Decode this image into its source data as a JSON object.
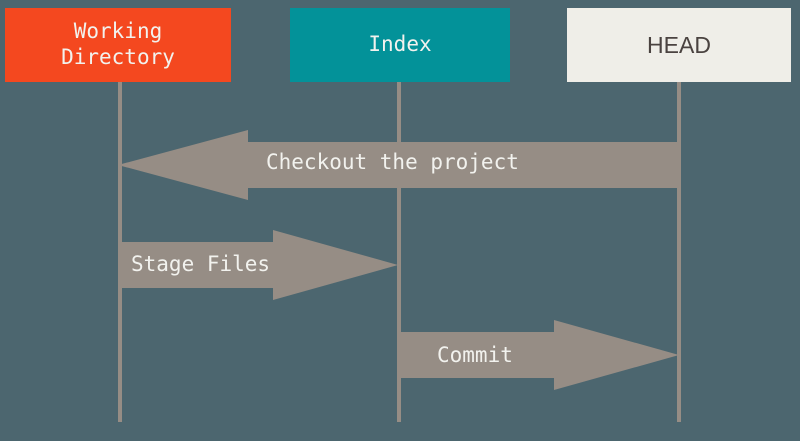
{
  "diagram": {
    "type": "git-data-flow-sequence-diagram",
    "background_color": "#4c666f",
    "nodes": [
      {
        "id": "working-directory",
        "label": "Working\nDirectory",
        "fill": "#f4481f",
        "text_color": "#f2f2ee"
      },
      {
        "id": "index",
        "label": "Index",
        "fill": "#039299",
        "text_color": "#f2f2ee"
      },
      {
        "id": "head",
        "label": "HEAD",
        "fill": "#efeee8",
        "text_color": "#4a4340"
      }
    ],
    "arrows": [
      {
        "id": "checkout",
        "label": "Checkout the project",
        "from": "head",
        "to": "working-directory",
        "direction": "left",
        "fill": "#968d85",
        "label_color": "#f2f2ee"
      },
      {
        "id": "stage-files",
        "label": "Stage Files",
        "from": "working-directory",
        "to": "index",
        "direction": "right",
        "fill": "#968d85",
        "label_color": "#f2f2ee"
      },
      {
        "id": "commit",
        "label": "Commit",
        "from": "index",
        "to": "head",
        "direction": "right",
        "fill": "#968d85",
        "label_color": "#f2f2ee"
      }
    ],
    "lifeline_color": "#968d85"
  }
}
